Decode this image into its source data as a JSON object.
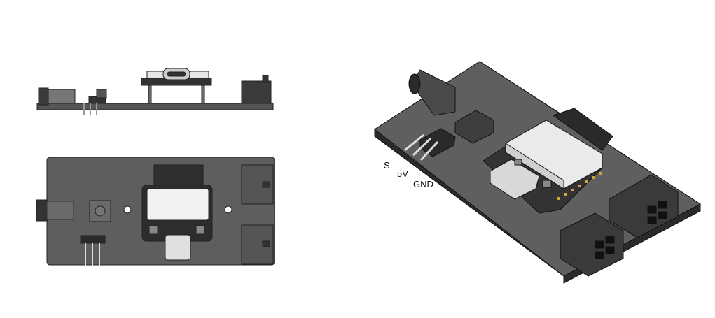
{
  "pin_labels": {
    "signal": "S",
    "power": "5V",
    "ground": "GND"
  },
  "colors": {
    "board": "#5b5b5b",
    "board_edge": "#2f2f2f",
    "module_shield": "#eeeeee",
    "connector": "#3a3a3a",
    "usb": "#d8d8d8",
    "pins": "#c8a23a"
  }
}
